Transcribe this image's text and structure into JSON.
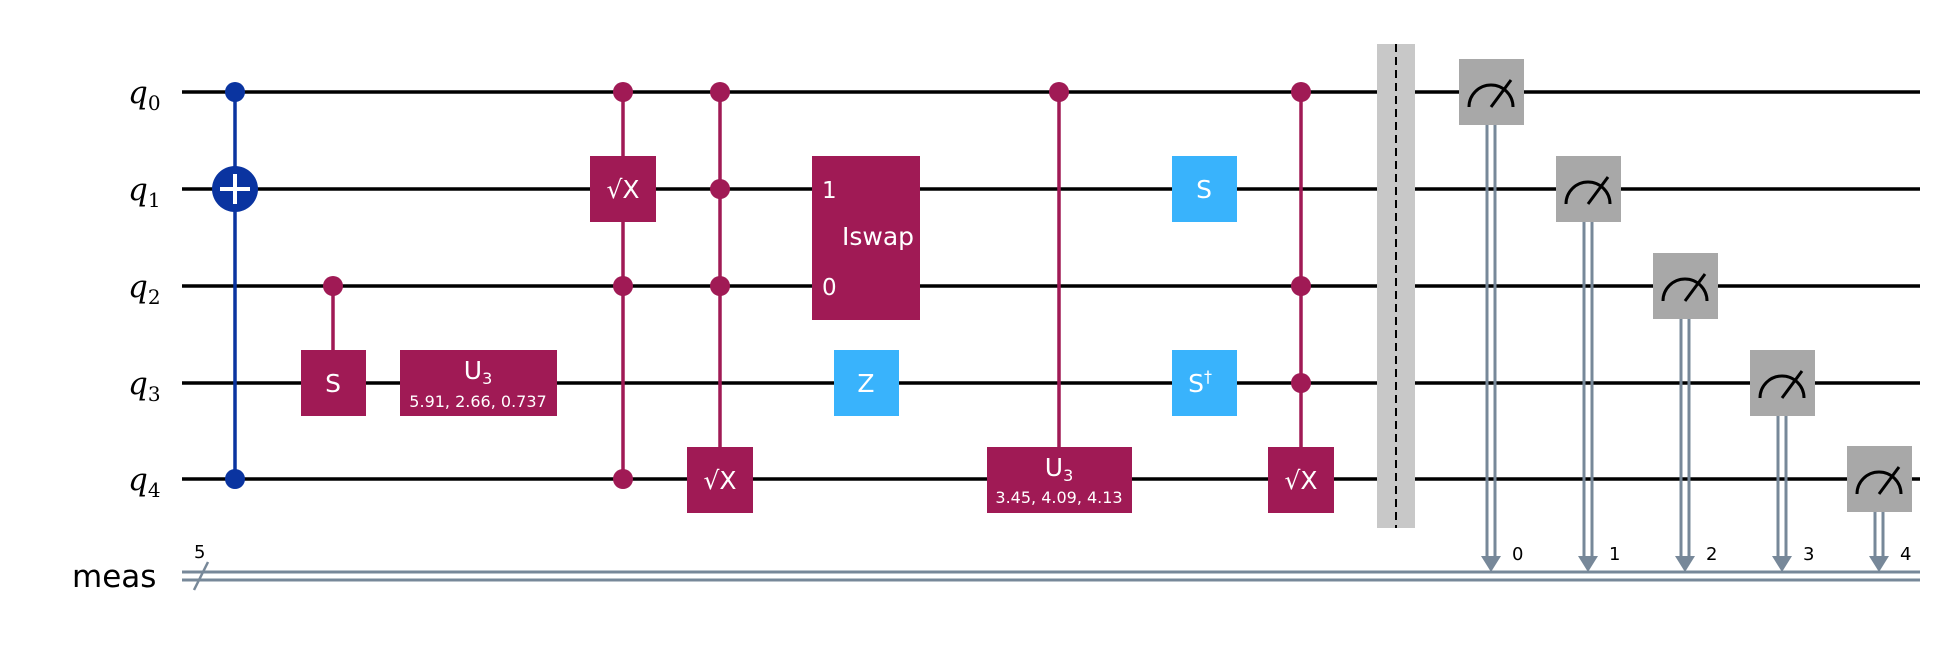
{
  "wires": {
    "qubits": [
      {
        "name": "q",
        "index": "0"
      },
      {
        "name": "q",
        "index": "1"
      },
      {
        "name": "q",
        "index": "2"
      },
      {
        "name": "q",
        "index": "3"
      },
      {
        "name": "q",
        "index": "4"
      }
    ],
    "creg": {
      "name": "meas",
      "size": "5",
      "bits": [
        "0",
        "1",
        "2",
        "3",
        "4"
      ]
    }
  },
  "gates": {
    "s_ctrl": "S",
    "u3_a": {
      "label": "U",
      "sub": "3",
      "params": "5.91, 2.66, 0.737"
    },
    "csx_a": "√X",
    "csx_b": "√X",
    "iswap": {
      "label": "Iswap",
      "port_top": "1",
      "port_bottom": "0"
    },
    "z": "Z",
    "u3_b": {
      "label": "U",
      "sub": "3",
      "params": "3.45, 4.09, 4.13"
    },
    "s": "S",
    "sdg": {
      "label": "S",
      "sup": "†"
    },
    "csx_c": "√X"
  },
  "colors": {
    "cx": "#0a34a0",
    "controlled": "#a01a55",
    "clifford": "#39b3fc",
    "measure": "#a8a8a8",
    "barrier": "#c8c8c8",
    "classical": "#778899",
    "wire": "#000000"
  }
}
